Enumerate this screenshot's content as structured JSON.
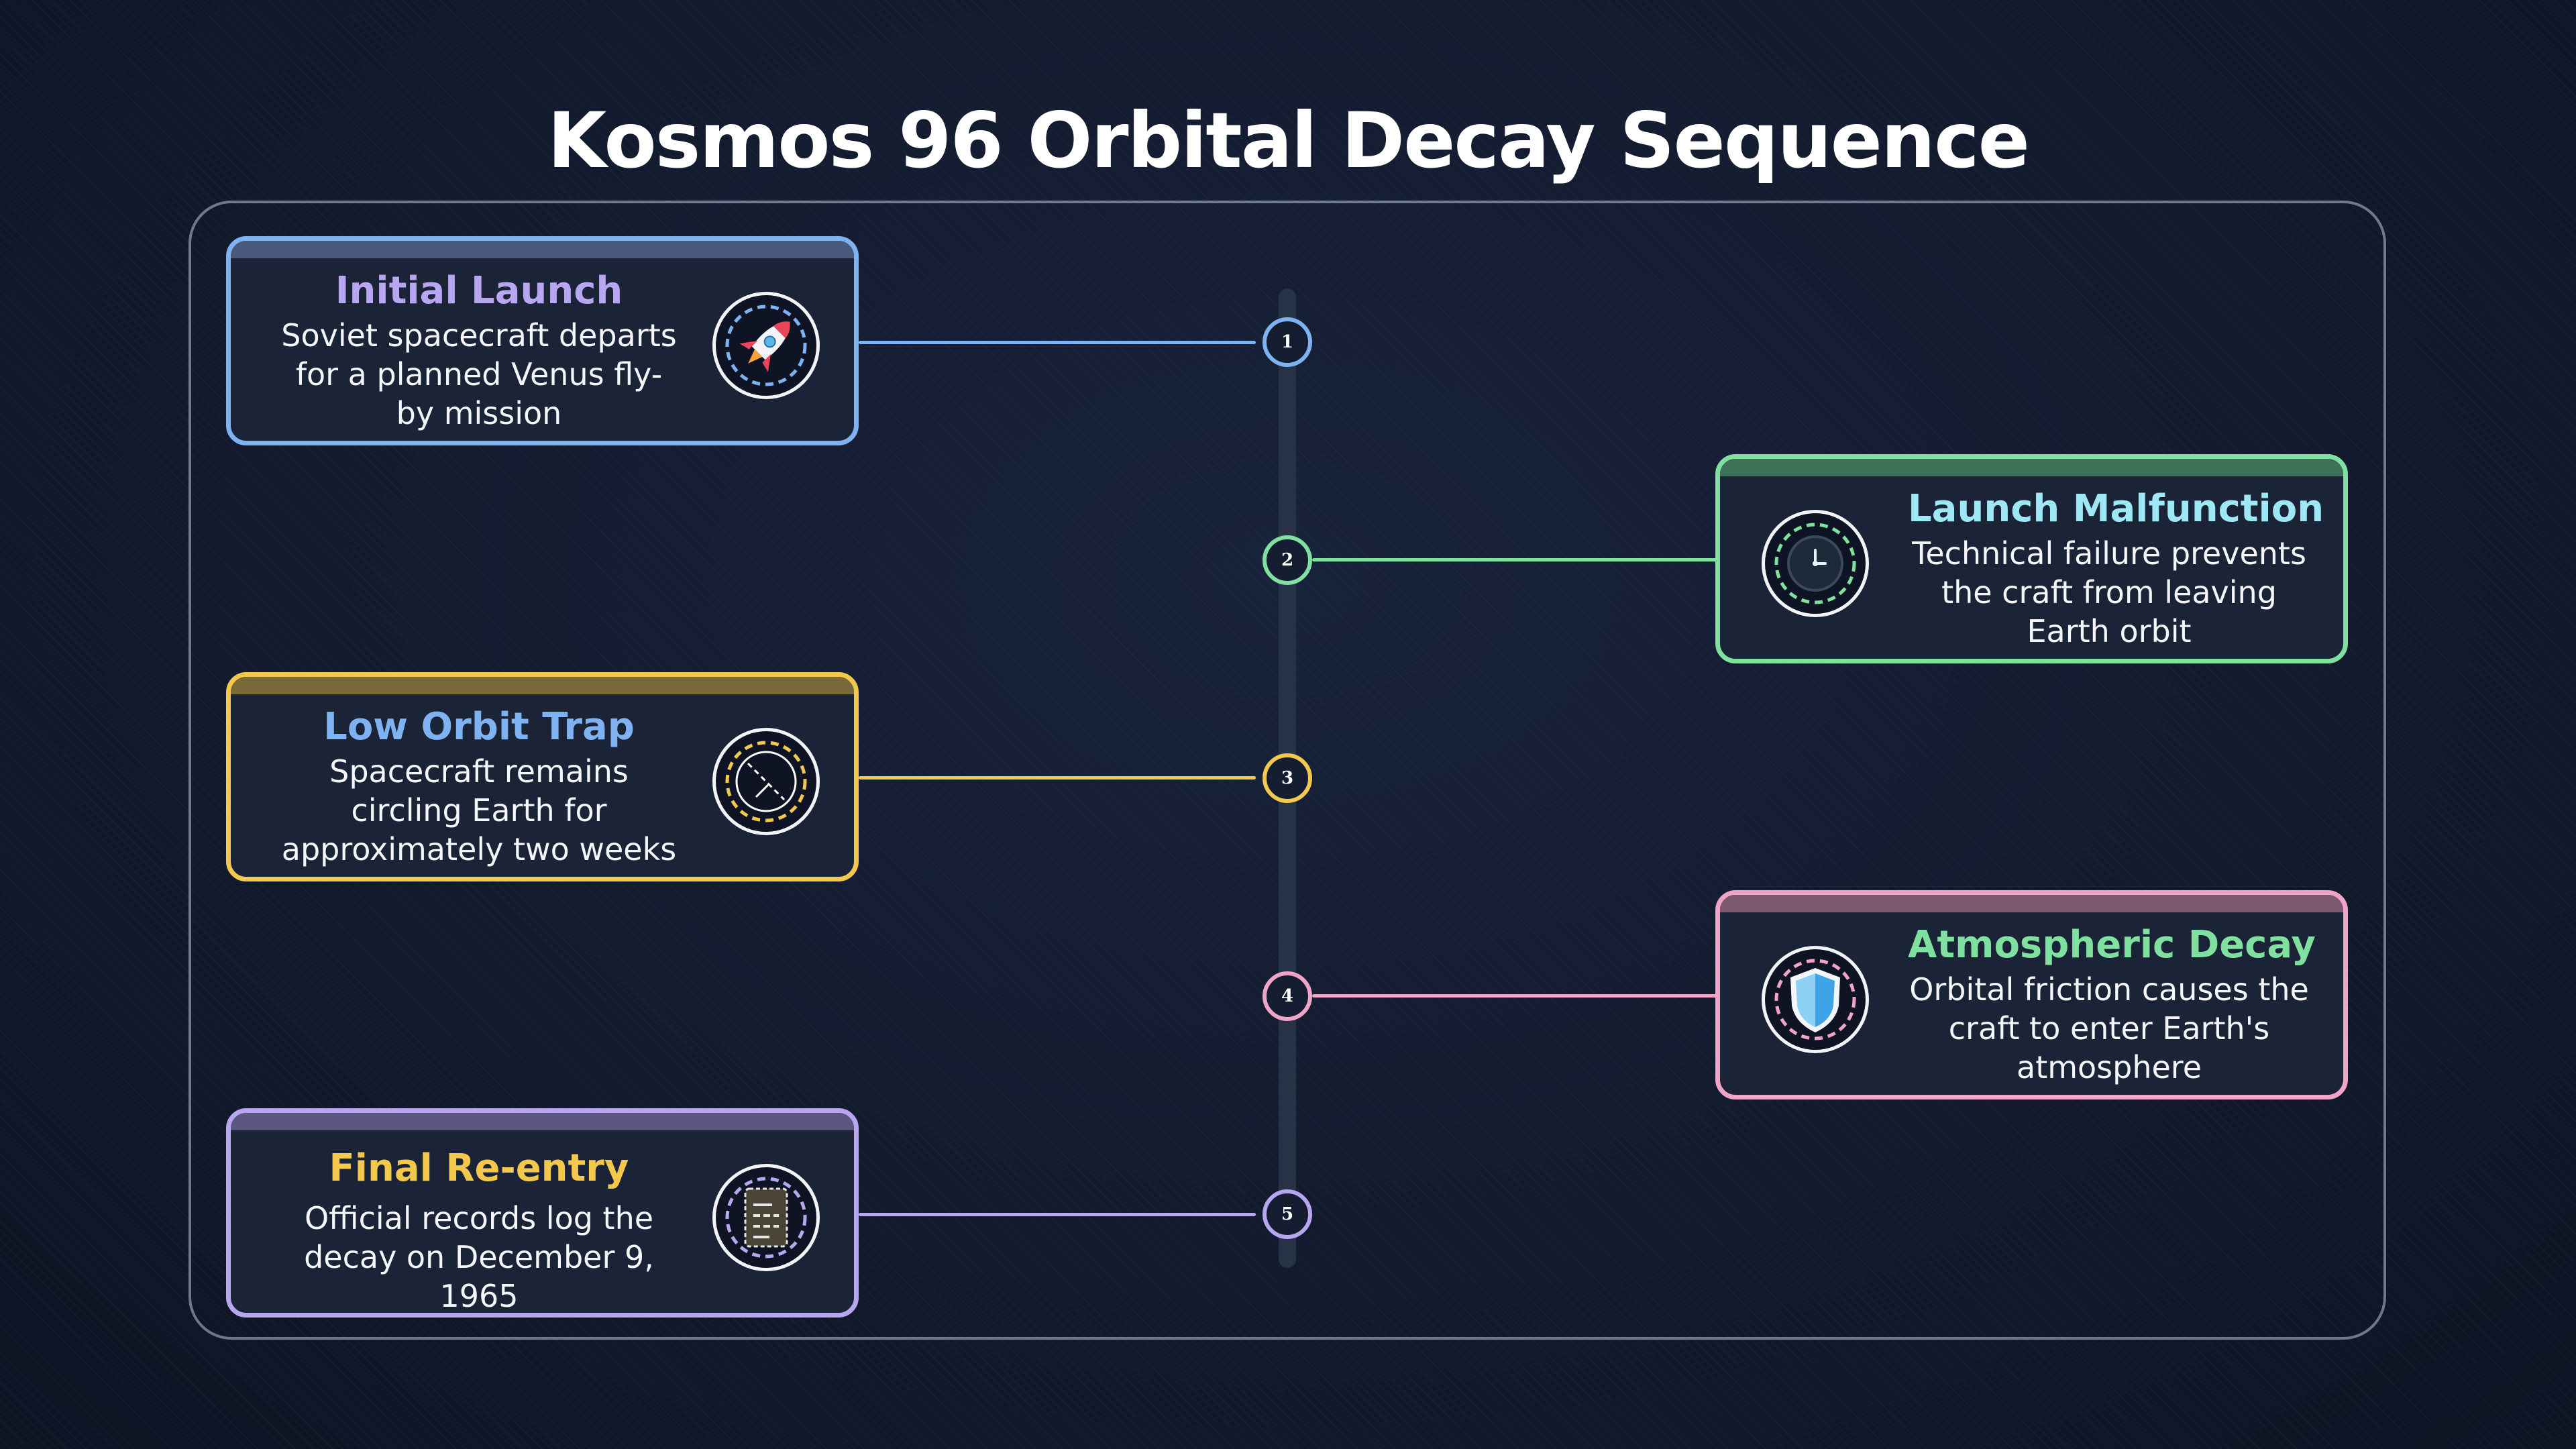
{
  "title": "Kosmos 96 Orbital Decay Sequence",
  "colors": {
    "blue": "#7fb2f0",
    "green": "#7fe0a0",
    "yellow": "#f2c94c",
    "pink": "#f0a5c8",
    "violet": "#b9a6f0",
    "cyan": "#9ee8f5"
  },
  "steps": [
    {
      "number": "1",
      "heading": "Initial Launch",
      "description": "Soviet spacecraft departs for a planned Venus fly-by mission",
      "icon": "rocket-icon"
    },
    {
      "number": "2",
      "heading": "Launch Malfunction",
      "description": "Technical failure prevents the craft from leaving Earth orbit",
      "icon": "clock-icon"
    },
    {
      "number": "3",
      "heading": "Low Orbit Trap",
      "description": "Spacecraft remains circling Earth for approximately two weeks",
      "icon": "orbit-icon"
    },
    {
      "number": "4",
      "heading": "Atmospheric Decay",
      "description": "Orbital friction causes the craft to enter Earth's atmosphere",
      "icon": "shield-icon"
    },
    {
      "number": "5",
      "heading": "Final Re-entry",
      "description": "Official records log the decay on December 9, 1965",
      "icon": "document-icon"
    }
  ]
}
